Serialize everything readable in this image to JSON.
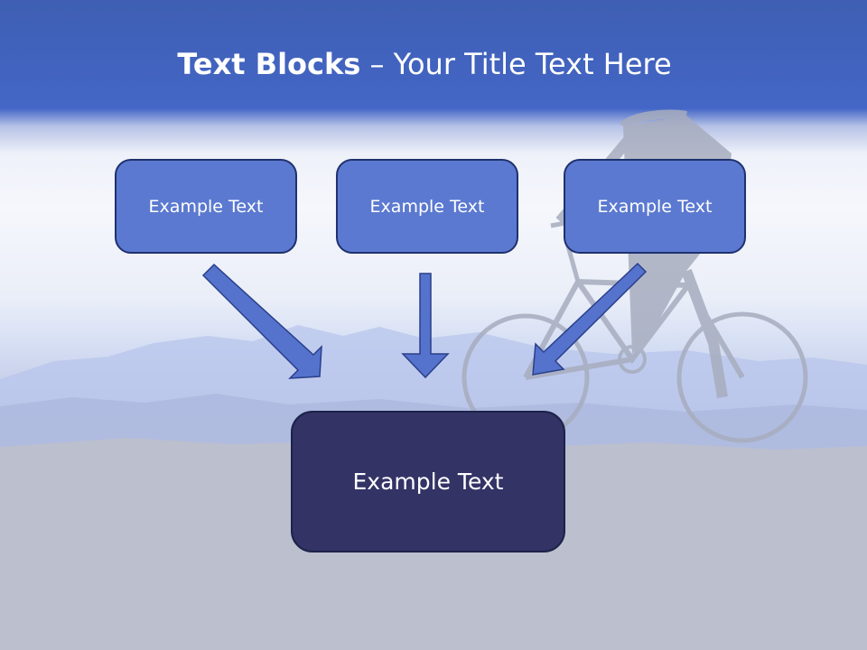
{
  "title": {
    "bold": "Text Blocks",
    "separator": " – ",
    "rest": "Your Title Text Here"
  },
  "blocks": [
    {
      "label": "Example Text"
    },
    {
      "label": "Example Text"
    },
    {
      "label": "Example Text"
    }
  ],
  "target": {
    "label": "Example Text"
  },
  "colors": {
    "header": "#4466c6",
    "block_fill": "#5b79d0",
    "block_border": "#1f316e",
    "target_fill": "#333366",
    "arrow_fill": "#5573cc",
    "arrow_stroke": "#2a3f8a"
  }
}
